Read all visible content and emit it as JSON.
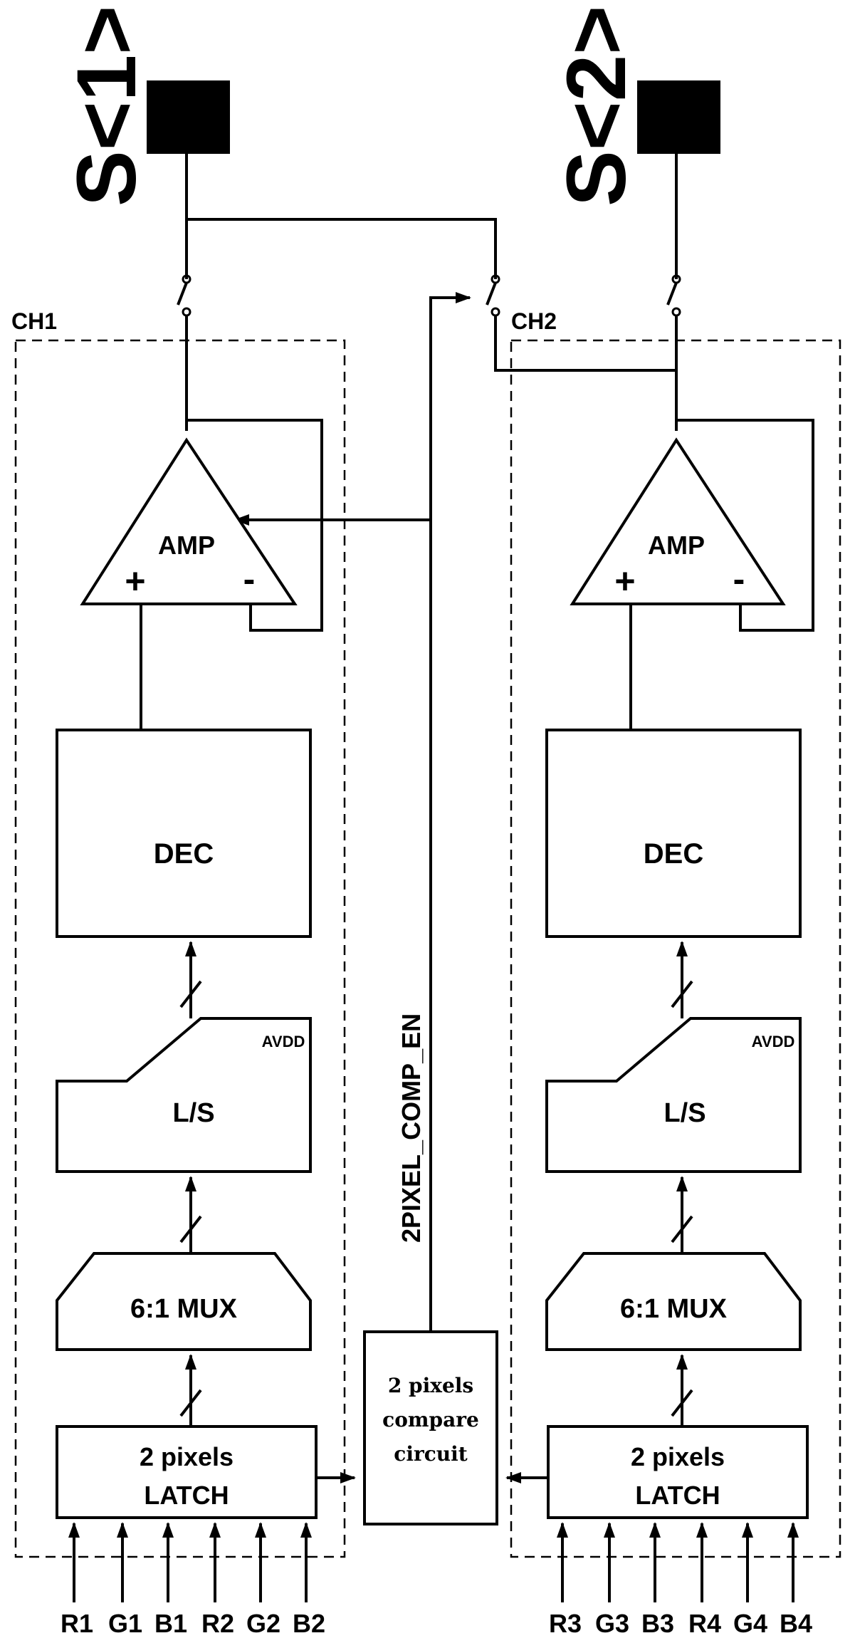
{
  "pads": [
    "S<1>",
    "S<2>"
  ],
  "channels": [
    {
      "name": "CH1",
      "amp": "AMP",
      "plus": "+",
      "minus": "-",
      "dec": "DEC",
      "ls": "L/S",
      "avdd": "AVDD",
      "mux": "6:1 MUX",
      "latch_line1": "2 pixels",
      "latch_line2": "LATCH",
      "inputs": [
        "R1",
        "G1",
        "B1",
        "R2",
        "G2",
        "B2"
      ]
    },
    {
      "name": "CH2",
      "amp": "AMP",
      "plus": "+",
      "minus": "-",
      "dec": "DEC",
      "ls": "L/S",
      "avdd": "AVDD",
      "mux": "6:1 MUX",
      "latch_line1": "2 pixels",
      "latch_line2": "LATCH",
      "inputs": [
        "R3",
        "G3",
        "B3",
        "R4",
        "G4",
        "B4"
      ]
    }
  ],
  "compare": {
    "line1": "2 pixels",
    "line2": "compare",
    "line3": "circuit"
  },
  "enable_signal": "2PIXEL_COMP_EN"
}
